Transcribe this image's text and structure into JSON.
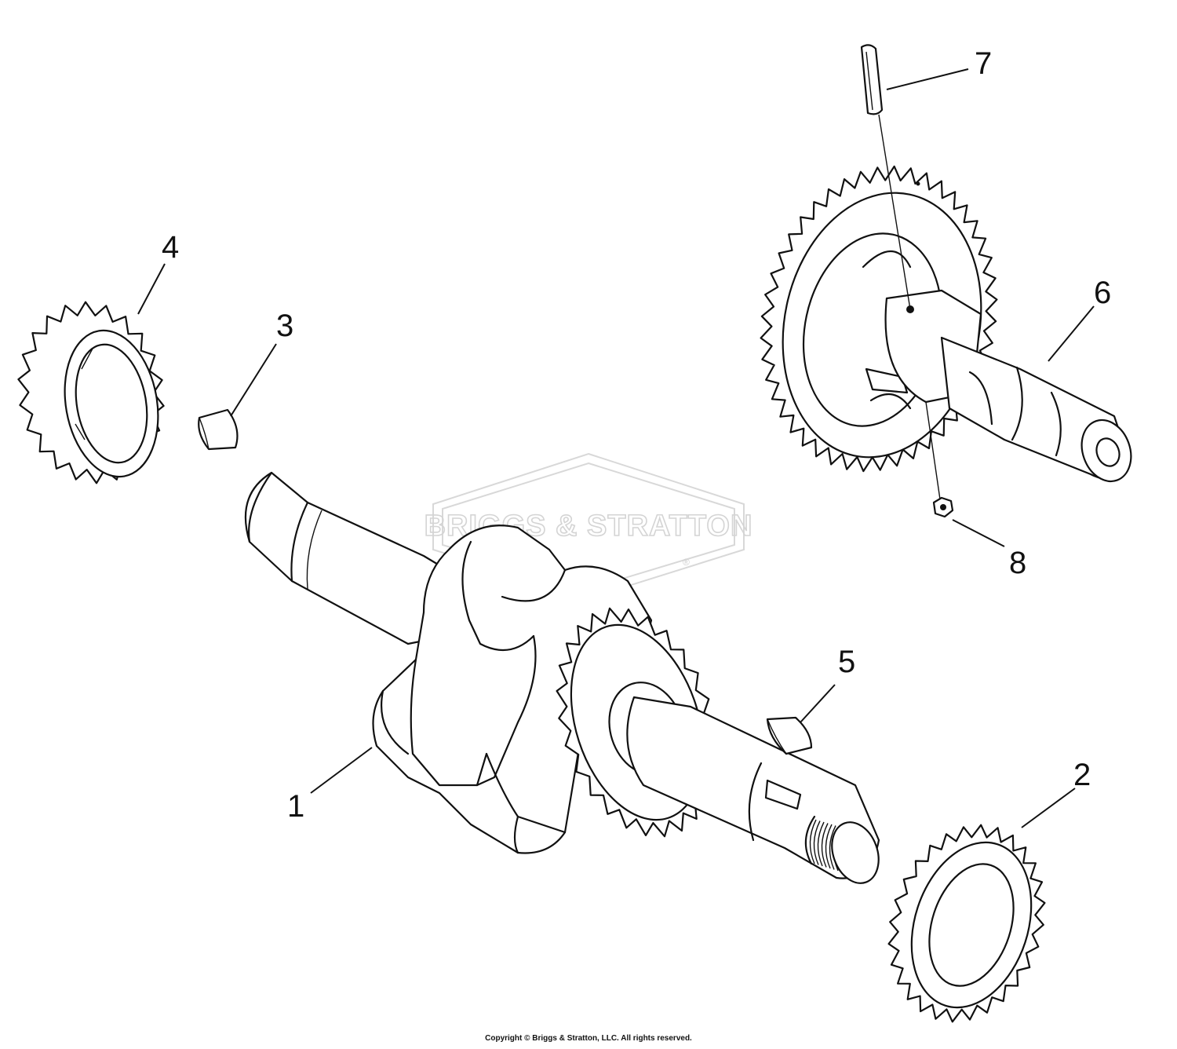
{
  "watermark": {
    "brand": "BRIGGS & STRATTON",
    "registered": "®"
  },
  "callouts": [
    {
      "id": "1",
      "label": "1",
      "part": "crankshaft"
    },
    {
      "id": "2",
      "label": "2",
      "part": "gear"
    },
    {
      "id": "3",
      "label": "3",
      "part": "key"
    },
    {
      "id": "4",
      "label": "4",
      "part": "gear"
    },
    {
      "id": "5",
      "label": "5",
      "part": "key"
    },
    {
      "id": "6",
      "label": "6",
      "part": "camshaft"
    },
    {
      "id": "7",
      "label": "7",
      "part": "pin"
    },
    {
      "id": "8",
      "label": "8",
      "part": "nut"
    }
  ],
  "copyright": "Copyright © Briggs & Stratton, LLC. All rights reserved."
}
